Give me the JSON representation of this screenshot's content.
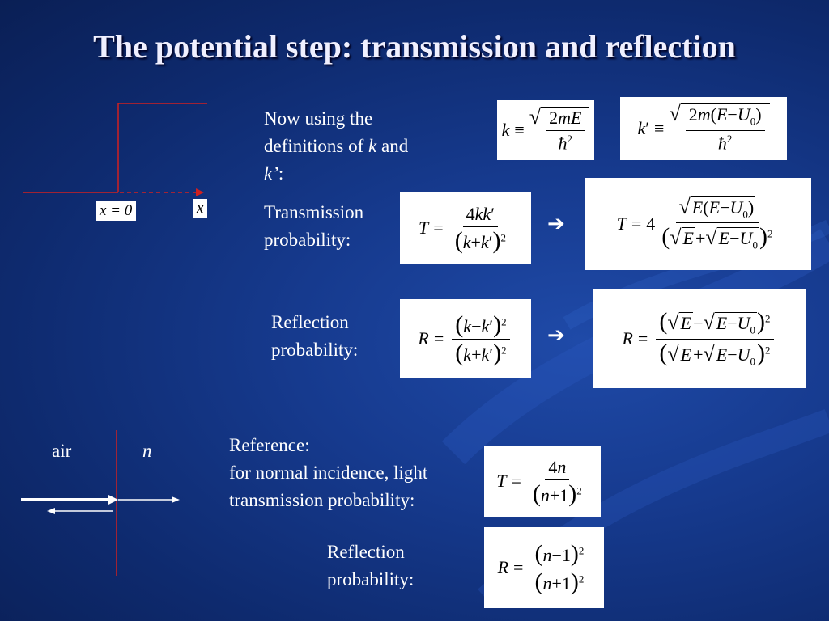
{
  "title": "The potential step: transmission and reflection",
  "intro": {
    "line1": "Now using the",
    "line2_pre": "definitions of",
    "line2_k": "k",
    "line2_post": "and",
    "line3_k": "k’",
    "line3_post": ":"
  },
  "labels": {
    "transmission": [
      "Transmission",
      "probability:"
    ],
    "reflection": [
      "Reflection",
      "probability:"
    ],
    "reference": [
      "Reference:",
      "for normal incidence, light",
      "transmission probability:"
    ],
    "reflection2": [
      "Reflection",
      "probability:"
    ],
    "air": "air",
    "n": "n"
  },
  "diagram": {
    "x0_label": "x = 0",
    "x_label": "x"
  },
  "symbols": {
    "arrow": "➔"
  },
  "colors": {
    "background": "#163a8e",
    "step_line": "#d02020",
    "text": "#ffffff"
  }
}
